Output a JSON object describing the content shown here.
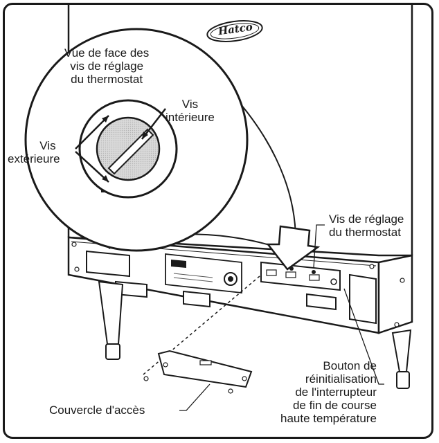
{
  "logo": {
    "text": "Hatco"
  },
  "callouts": {
    "zoom_title": [
      "Vue de face des",
      "vis de réglage",
      "du thermostat"
    ],
    "inner_screw": [
      "Vis",
      "intérieure"
    ],
    "outer_screw": [
      "Vis",
      "extérieure"
    ],
    "adjust_screws": [
      "Vis de réglage",
      "du thermostat"
    ],
    "reset_button": [
      "Bouton de",
      "réinitialisation",
      "de l'interrupteur",
      "de fin de course",
      "haute température"
    ],
    "access_cover": "Couvercle d'accès"
  }
}
